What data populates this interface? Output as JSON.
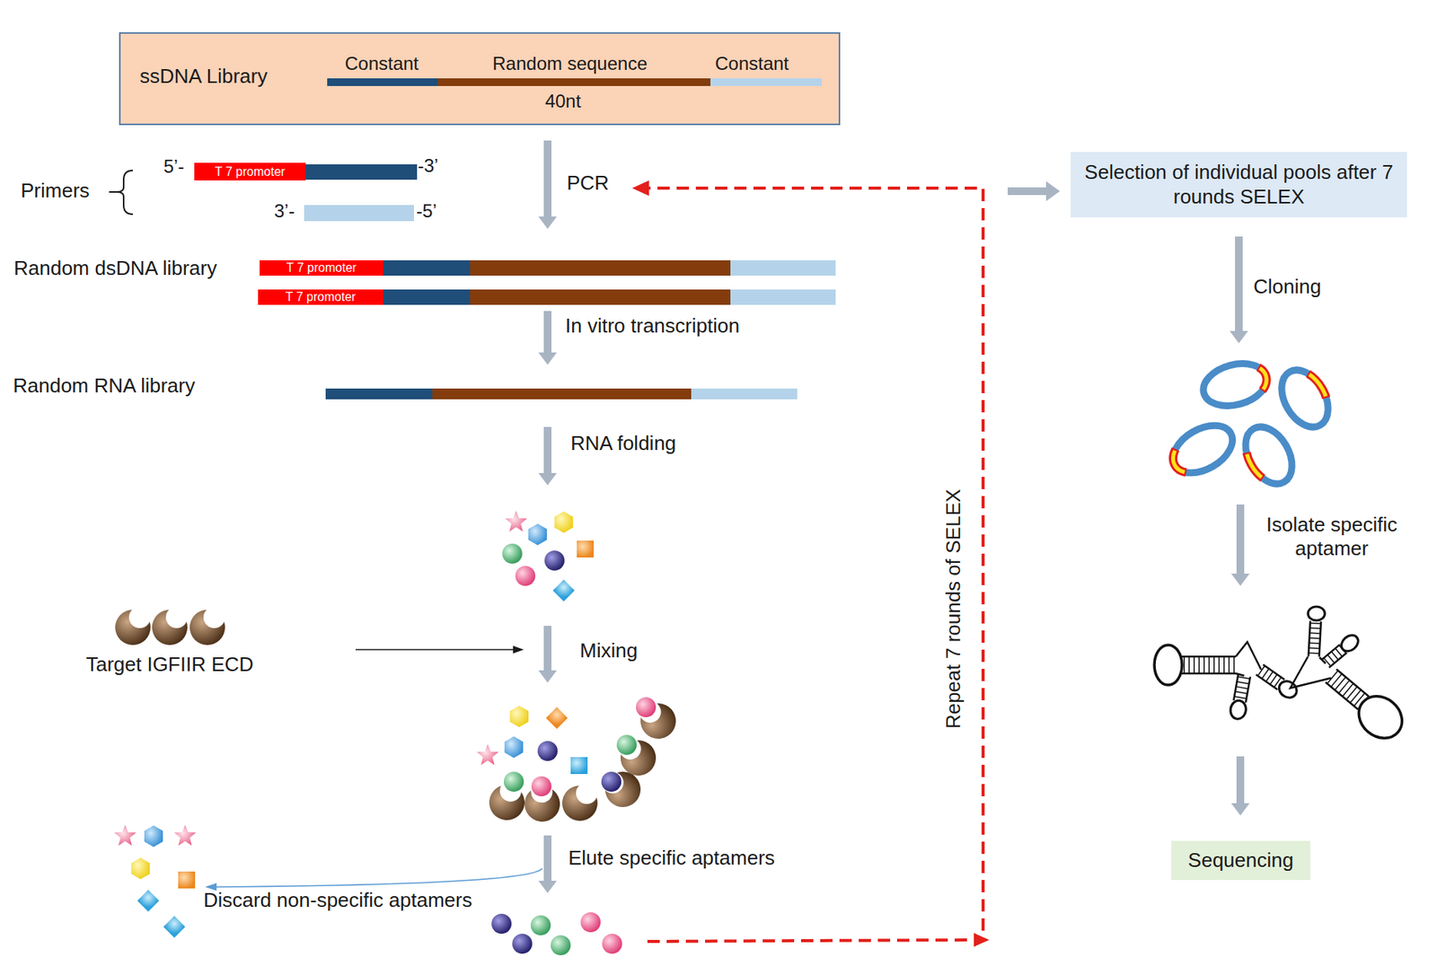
{
  "diagram": {
    "nodes": [
      {
        "text": [
          "ssDNA Library",
          "Constant",
          "Random sequence",
          "Constant",
          "40nt"
        ]
      },
      {
        "text": [
          "T 7 promoter"
        ]
      },
      {
        "text": [
          "Selection of individual pools after 7 rounds SELEX"
        ]
      },
      {
        "text": [
          "T 7 promoter"
        ]
      },
      {
        "text": [
          "T 7 promoter"
        ]
      },
      {
        "text": [
          "Sequencing"
        ]
      }
    ],
    "labels": [
      "5’-",
      "-3’",
      "Primers",
      "PCR",
      "3’-",
      "-5’",
      "Random dsDNA library",
      "Cloning",
      "In vitro transcription",
      "Random RNA library",
      "RNA folding",
      "Isolate specific aptamer",
      "Target IGFIIR ECD",
      "Mixing",
      "Repeat 7 rounds of SELEX",
      "Elute specific aptamers",
      "Discard non-specific aptamers"
    ]
  }
}
